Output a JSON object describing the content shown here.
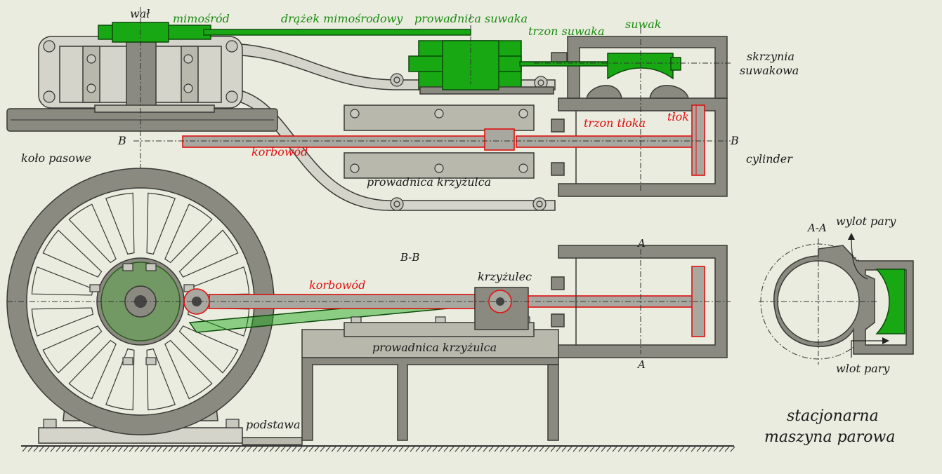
{
  "labels": {
    "shaft": "wał",
    "eccentric": "mimośród",
    "eccentric_rod": "drążek mimośrodowy",
    "valve_guide": "prowadnica suwaka",
    "valve_rod": "trzon suwaka",
    "valve": "suwak",
    "valve_chest_1": "skrzynia",
    "valve_chest_2": "suwakowa",
    "piston_rod": "trzon tłoka",
    "piston": "tłok",
    "section_b_left": "B",
    "section_b_right": "B",
    "connecting_rod_top": "korbowód",
    "pulley": "koło pasowe",
    "cylinder": "cylinder",
    "crosshead_guide_top": "prowadnica krzyżulca",
    "section_bb": "B-B",
    "section_a_top": "A",
    "section_a_bottom": "A",
    "section_aa": "A-A",
    "steam_outlet": "wylot pary",
    "steam_inlet": "wlot pary",
    "crosshead": "krzyżulec",
    "connecting_rod_bottom": "korbowód",
    "crosshead_guide_bottom": "prowadnica krzyżulca",
    "base": "podstawa",
    "title_line1": "stacjonarna",
    "title_line2": "maszyna parowa"
  },
  "colors": {
    "background": "#eaecdf",
    "moving_parts_valve": "#17a813",
    "moving_parts_piston": "#e01010",
    "metal": "#8a8a80"
  },
  "flywheel_spokes": 16
}
